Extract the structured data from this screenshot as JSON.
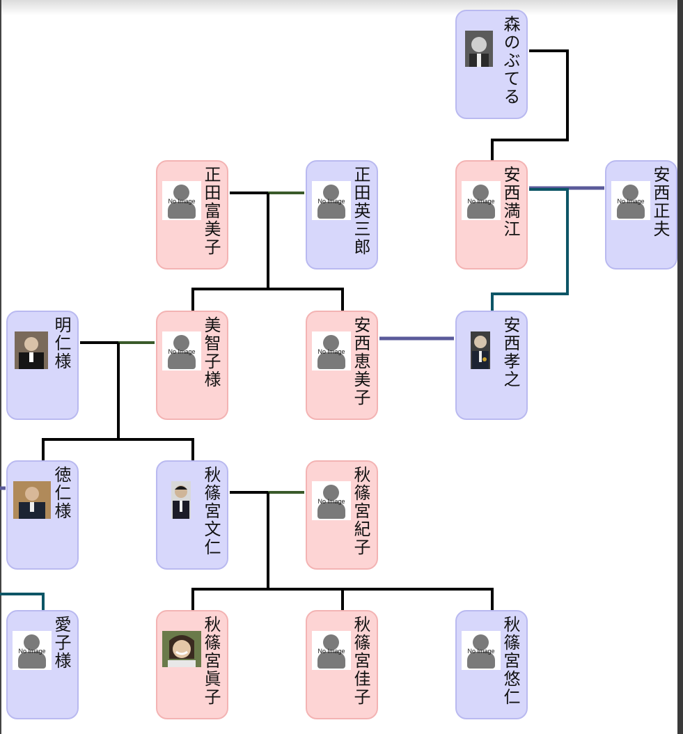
{
  "people": {
    "mori_nobuteru": {
      "name": "森のぶてる",
      "photo": "photo"
    },
    "shoda_fumiko": {
      "name": "正田富美子",
      "photo": "no-image"
    },
    "shoda_eizaburo": {
      "name": "正田英三郎",
      "photo": "no-image"
    },
    "anzai_mitsue": {
      "name": "安西満江",
      "photo": "no-image"
    },
    "anzai_masao": {
      "name": "安西正夫",
      "photo": "no-image"
    },
    "akihito": {
      "name": "明仁様",
      "photo": "photo"
    },
    "michiko": {
      "name": "美智子様",
      "photo": "no-image"
    },
    "anzai_emiko": {
      "name": "安西恵美子",
      "photo": "no-image"
    },
    "anzai_takayuki": {
      "name": "安西孝之",
      "photo": "photo"
    },
    "naruhito": {
      "name": "徳仁様",
      "photo": "photo"
    },
    "akishino_fumihito": {
      "name": "秋篠宮文仁",
      "photo": "photo"
    },
    "akishino_kiko": {
      "name": "秋篠宮紀子",
      "photo": "no-image"
    },
    "aiko": {
      "name": "愛子様",
      "photo": "no-image"
    },
    "akishino_mako": {
      "name": "秋篠宮眞子",
      "photo": "photo"
    },
    "akishino_kako": {
      "name": "秋篠宮佳子",
      "photo": "no-image"
    },
    "akishino_hisahito": {
      "name": "秋篠宮悠仁",
      "photo": "no-image"
    }
  },
  "no_image_label": "No Image",
  "colors": {
    "male_card": "#d7d7fb",
    "female_card": "#fdd4d4",
    "parent_line": "#000000",
    "spouse_line": "#3a5a2a",
    "in_law_line": "#5a5a9a",
    "teal_line": "#0d5566"
  }
}
